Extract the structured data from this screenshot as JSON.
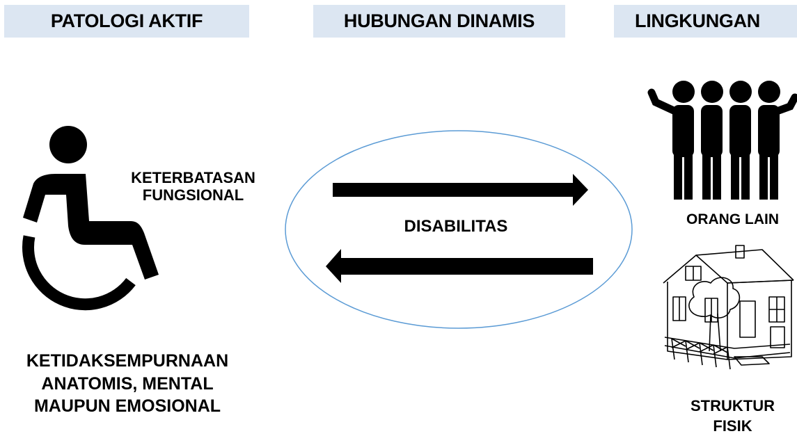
{
  "headers": {
    "left": "PATOLOGI AKTIF",
    "middle": "HUBUNGAN DINAMIS",
    "right": "LINGKUNGAN"
  },
  "left_column": {
    "functional_label_line1": "KETERBATASAN",
    "functional_label_line2": "FUNGSIONAL",
    "impairment_line1": "KETIDAKSEMPURNAAN",
    "impairment_line2": "ANATOMIS, MENTAL",
    "impairment_line3": "MAUPUN EMOSIONAL"
  },
  "center": {
    "label": "DISABILITAS"
  },
  "right_column": {
    "people_label": "ORANG LAIN",
    "structure_line1": "STRUKTUR",
    "structure_line2": "FISIK"
  },
  "colors": {
    "header_background": "#dce6f2",
    "ellipse_stroke": "#5b9bd5",
    "arrow_fill": "#000000"
  }
}
